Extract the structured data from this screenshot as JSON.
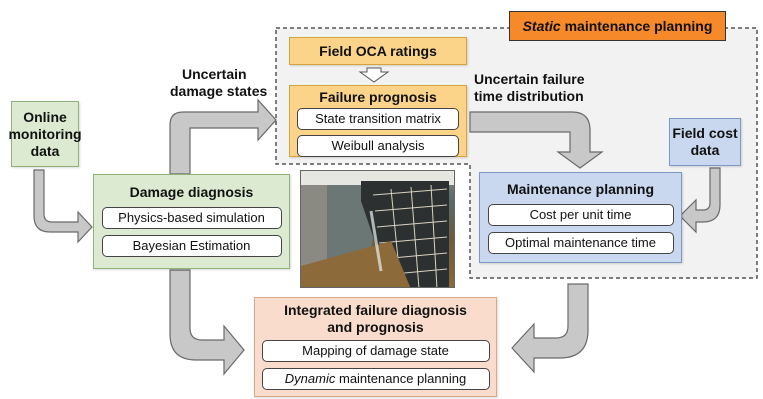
{
  "static_planning": {
    "italic": "Static",
    "rest": " maintenance planning"
  },
  "field_oca": "Field OCA ratings",
  "failure_prognosis": {
    "title": "Failure prognosis",
    "items": [
      "State transition matrix",
      "Weibull analysis"
    ]
  },
  "uncertain_damage": [
    "Uncertain",
    "damage states"
  ],
  "uncertain_failure": [
    "Uncertain failure",
    "time distribution"
  ],
  "online_monitoring": [
    "Online",
    "monitoring",
    "data"
  ],
  "field_cost": [
    "Field cost",
    "data"
  ],
  "damage_diagnosis": {
    "title": "Damage diagnosis",
    "items": [
      "Physics-based simulation",
      "Bayesian Estimation"
    ]
  },
  "maintenance_planning": {
    "title": "Maintenance planning",
    "items": [
      "Cost per unit time",
      "Optimal maintenance time"
    ]
  },
  "integrated": {
    "title": [
      "Integrated failure diagnosis",
      "and prognosis"
    ],
    "items": [
      "Mapping of damage state"
    ],
    "dynamic": {
      "italic": "Dynamic",
      "rest": " maintenance planning"
    }
  },
  "colors": {
    "green": "#dcead2",
    "orange": "#fbd48a",
    "blue": "#c9d8ee",
    "peach": "#f9dccb",
    "static_label": "#f6892a",
    "arrow": "#c8c8c8"
  },
  "icons": [
    "gate-structure-photo"
  ]
}
